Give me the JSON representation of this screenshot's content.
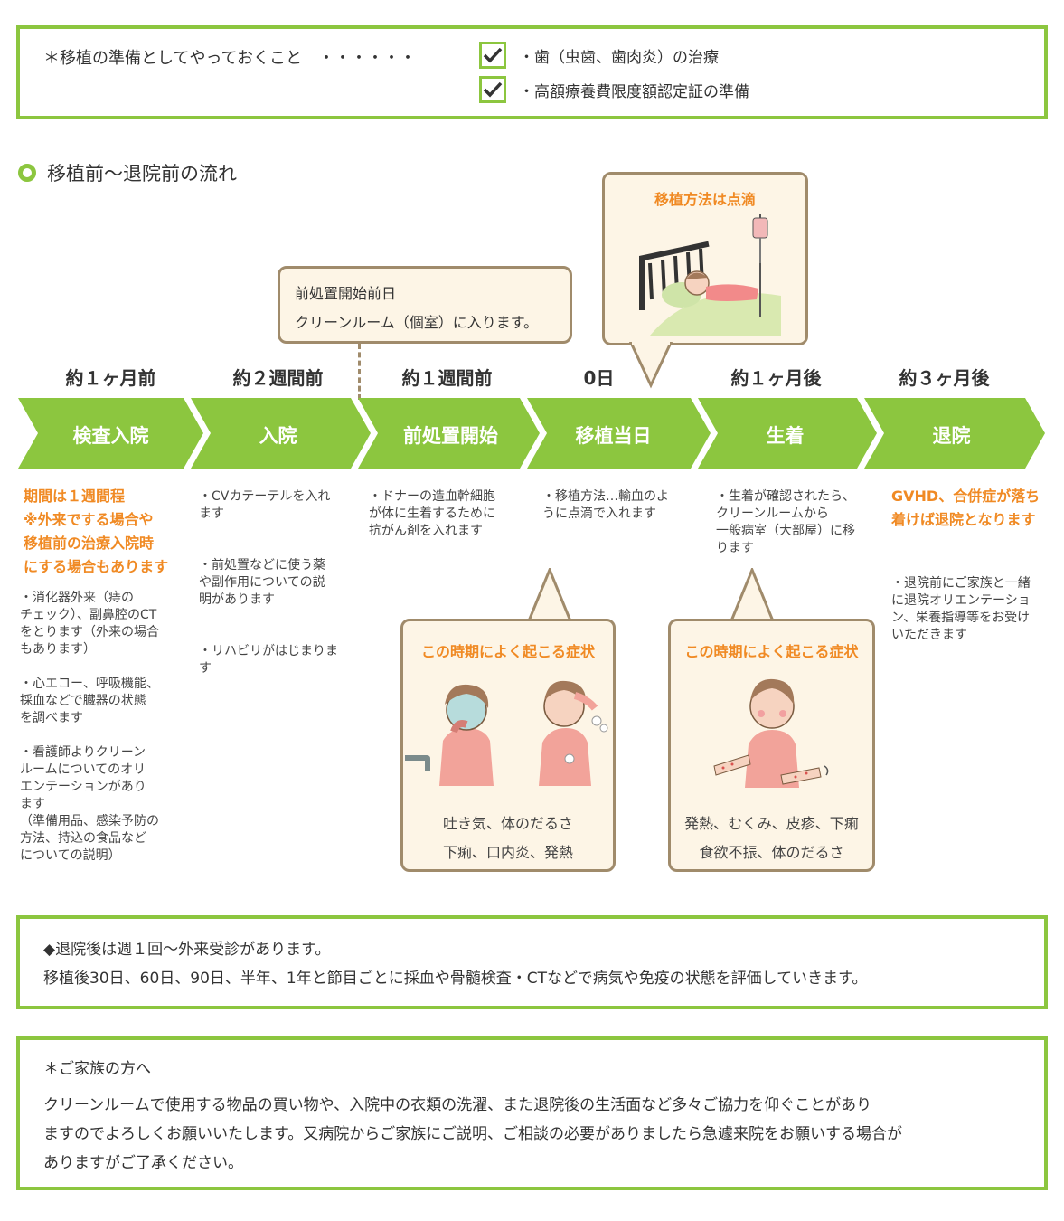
{
  "prep": {
    "title": "＊移植の準備としてやっておくこと　・・・・・・",
    "items": [
      "・歯（虫歯、歯肉炎）の治療",
      "・高額療養費限度額認定証の準備"
    ]
  },
  "flow": {
    "heading": "移植前〜退院前の流れ",
    "callout_pre": {
      "line1": "前処置開始前日",
      "line2": "クリーンルーム（個室）に入ります。"
    },
    "callout_method": {
      "title": "移植方法は点滴"
    },
    "times": [
      "約１ヶ月前",
      "約２週間前",
      "約１週間前",
      "0日",
      "約１ヶ月後",
      "約３ヶ月後"
    ],
    "stages": [
      "検査入院",
      "入院",
      "前処置開始",
      "移植当日",
      "生着",
      "退院"
    ],
    "col1": {
      "orange": "期間は１週間程\n※外来でする場合や\n移植前の治療入院時\nにする場合もあります",
      "text": "・消化器外来（痔の\nチェック）、副鼻腔のCT\nをとります（外来の場合\nもあります）\n\n・心エコー、呼吸機能、\n採血などで臓器の状態\nを調べます\n\n・看護師よりクリーン\nルームについてのオリ\nエンテーションがあり\nます\n（準備用品、感染予防の\n方法、持込の食品など\nについての説明）"
    },
    "col2": "・CVカテーテルを入れ\nます\n\n\n・前処置などに使う薬\nや副作用についての説\n明があります\n\n\n・リハビリがはじまりま\nす",
    "col3": "・ドナーの造血幹細胞\nが体に生着するために\n抗がん剤を入れます",
    "col4": "・移植方法…輸血のよ\nうに点滴で入れます",
    "col5": "・生着が確認されたら、\nクリーンルームから\n一般病室（大部屋）に移\nります",
    "col6": {
      "orange": "GVHD、合併症が落ち\n着けば退院となります",
      "text": "・退院前にご家族と一緒\nに退院オリエンテーショ\nン、栄養指導等をお受け\nいただきます"
    },
    "symptoms_a": {
      "title": "この時期によく起こる症状",
      "line1": "吐き気、体のだるさ",
      "line2": "下痢、口内炎、発熱"
    },
    "symptoms_b": {
      "title": "この時期によく起こる症状",
      "line1": "発熱、むくみ、皮疹、下痢",
      "line2": "食欲不振、体のだるさ"
    }
  },
  "after": {
    "line1": "◆退院後は週１回〜外来受診があります。",
    "line2": "移植後30日、60日、90日、半年、1年と節目ごとに採血や骨髄検査・CTなどで病気や免疫の状態を評価していきます。"
  },
  "family": {
    "title": "＊ご家族の方へ",
    "line1": "クリーンルームで使用する物品の買い物や、入院中の衣類の洗濯、また退院後の生活面など多々ご協力を仰ぐことがあり",
    "line2": "ますのでよろしくお願いいたします。又病院からご家族にご説明、ご相談の必要がありましたら急遽来院をお願いする場合が",
    "line3": "ありますがご了承ください。"
  },
  "colors": {
    "green": "#8cc63f",
    "orange": "#f08a24",
    "callout_bg": "#fdf5e6",
    "callout_border": "#a08b6b"
  }
}
